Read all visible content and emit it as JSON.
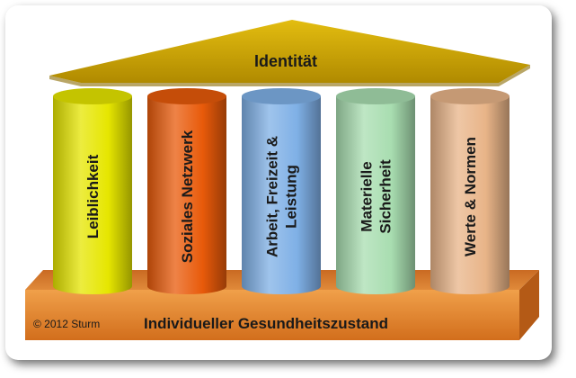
{
  "roof": {
    "label": "Identität",
    "color": "#d4a800"
  },
  "base": {
    "label": "Individueller Gesundheitszustand",
    "color": "#e07d2e"
  },
  "copyright": "© 2012 Sturm",
  "pillars": [
    {
      "lines": [
        "Leiblichkeit"
      ],
      "color": "#e6e600"
    },
    {
      "lines": [
        "Soziales Netzwerk"
      ],
      "color": "#e85a0a"
    },
    {
      "lines": [
        "Arbeit, Freizeit &",
        "Leistung"
      ],
      "color": "#7fb0e6"
    },
    {
      "lines": [
        "Materielle",
        "Sicherheit"
      ],
      "color": "#a8ddb0"
    },
    {
      "lines": [
        "Werte & Normen"
      ],
      "color": "#e8b488"
    }
  ]
}
